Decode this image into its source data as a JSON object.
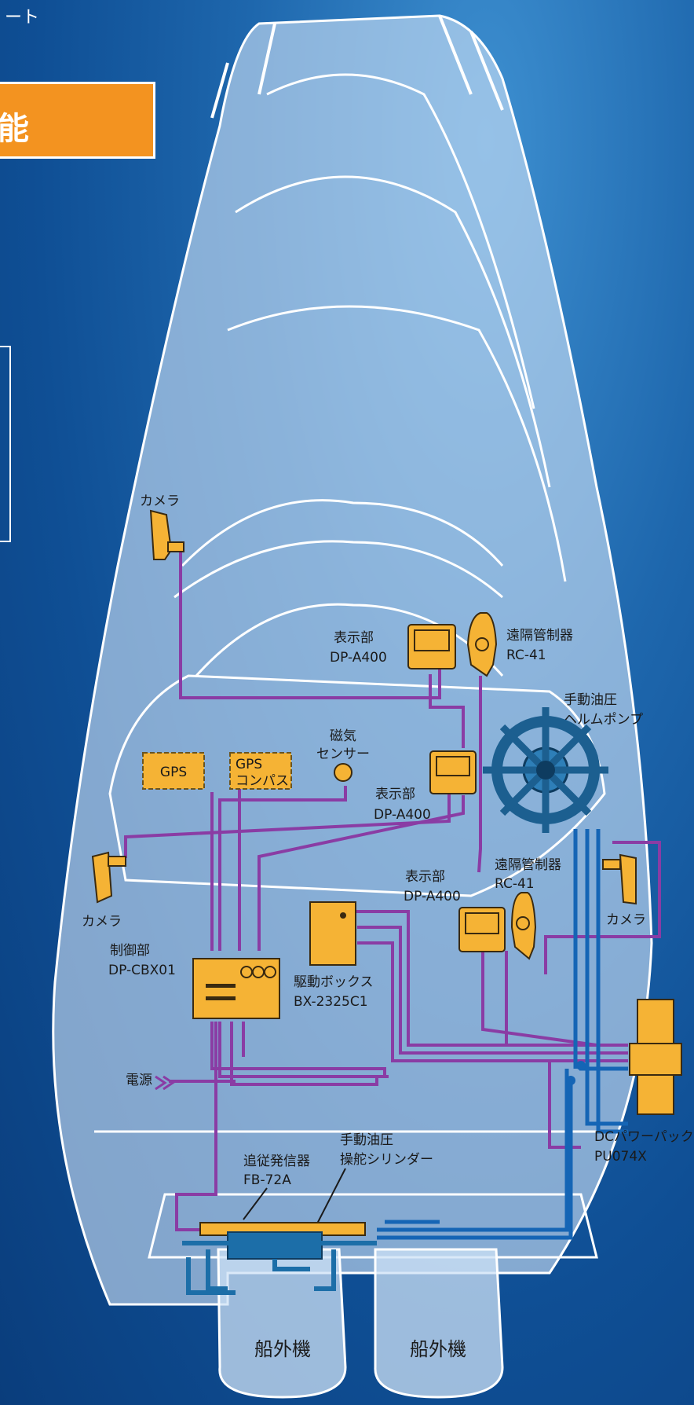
{
  "header": {
    "breadcrumb_fragment": "ート",
    "title_fragment": "能"
  },
  "diagram": {
    "cameras": [
      {
        "label": "カメラ"
      },
      {
        "label": "カメラ"
      },
      {
        "label": "カメラ"
      }
    ],
    "displays": [
      {
        "label": "表示部",
        "model": "DP-A400"
      },
      {
        "label": "表示部",
        "model": "DP-A400"
      },
      {
        "label": "表示部",
        "model": "DP-A400"
      }
    ],
    "remotes": [
      {
        "label": "遠隔管制器",
        "model": "RC-41"
      },
      {
        "label": "遠隔管制器",
        "model": "RC-41"
      }
    ],
    "helm_pump": {
      "line1": "手動油圧",
      "line2": "ヘルムポンプ"
    },
    "magnetic_sensor": {
      "line1": "磁気",
      "line2": "センサー"
    },
    "gps": {
      "label": "GPS"
    },
    "gps_compass": {
      "line1": "GPS",
      "line2": "コンパス"
    },
    "controller": {
      "label": "制御部",
      "model": "DP-CBX01"
    },
    "drive_box": {
      "label": "駆動ボックス",
      "model": "BX-2325C1"
    },
    "power": {
      "label": "電源"
    },
    "feedback": {
      "label": "追従発信器",
      "model": "FB-72A"
    },
    "cylinder": {
      "line1": "手動油圧",
      "line2": "操舵シリンダー"
    },
    "dc_power_pack": {
      "label": "DCパワーパック",
      "model": "PU074X"
    },
    "outboards": [
      {
        "label": "船外機"
      },
      {
        "label": "船外機"
      }
    ]
  },
  "colors": {
    "equipment": "#f5b335",
    "signal_cable": "#8a3ca4",
    "hydraulic_line": "#1565b5",
    "accent": "#f39320",
    "hull_outline": "#ffffff"
  }
}
